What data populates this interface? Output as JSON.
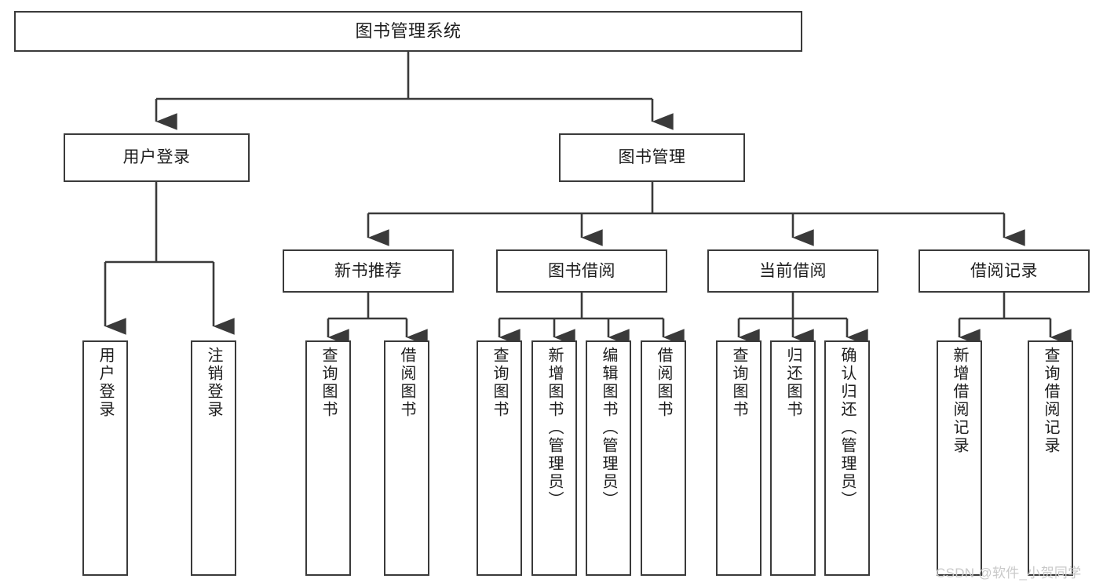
{
  "diagram": {
    "type": "tree-hierarchy",
    "title": "图书管理系统",
    "background_color": "#ffffff",
    "node_border_color": "#3a3a3a",
    "node_fill_color": "#ffffff",
    "edge_color": "#3a3a3a",
    "watermark": "CSDN @软件_小贺同学",
    "watermark_color": "#c9c9c9"
  },
  "nodes": {
    "root": {
      "label": "图书管理系统",
      "level": 0
    },
    "level1": [
      {
        "id": "user-login",
        "label": "用户登录"
      },
      {
        "id": "book-manage",
        "label": "图书管理"
      }
    ],
    "level2": [
      {
        "id": "new-book-recommend",
        "label": "新书推荐",
        "parent": "book-manage"
      },
      {
        "id": "book-borrow",
        "label": "图书借阅",
        "parent": "book-manage"
      },
      {
        "id": "current-borrow",
        "label": "当前借阅",
        "parent": "book-manage"
      },
      {
        "id": "borrow-record",
        "label": "借阅记录",
        "parent": "book-manage"
      }
    ],
    "leaves": [
      {
        "id": "leaf-user-login",
        "label": "用户登录",
        "parent": "user-login"
      },
      {
        "id": "leaf-logout-login",
        "label": "注销登录",
        "parent": "user-login"
      },
      {
        "id": "leaf-query-book-1",
        "label": "查询图书",
        "parent": "new-book-recommend"
      },
      {
        "id": "leaf-borrow-book-1",
        "label": "借阅图书",
        "parent": "new-book-recommend"
      },
      {
        "id": "leaf-query-book-2",
        "label": "查询图书",
        "parent": "book-borrow"
      },
      {
        "id": "leaf-add-book",
        "label": "新增图书（管理员）",
        "parent": "book-borrow"
      },
      {
        "id": "leaf-edit-book",
        "label": "编辑图书（管理员）",
        "parent": "book-borrow"
      },
      {
        "id": "leaf-borrow-book-2",
        "label": "借阅图书",
        "parent": "book-borrow"
      },
      {
        "id": "leaf-query-book-3",
        "label": "查询图书",
        "parent": "current-borrow"
      },
      {
        "id": "leaf-return-book",
        "label": "归还图书",
        "parent": "current-borrow"
      },
      {
        "id": "leaf-confirm-return",
        "label": "确认归还（管理员）",
        "parent": "current-borrow"
      },
      {
        "id": "leaf-add-record",
        "label": "新增借阅记录",
        "parent": "borrow-record"
      },
      {
        "id": "leaf-query-record",
        "label": "查询借阅记录",
        "parent": "borrow-record"
      }
    ]
  }
}
